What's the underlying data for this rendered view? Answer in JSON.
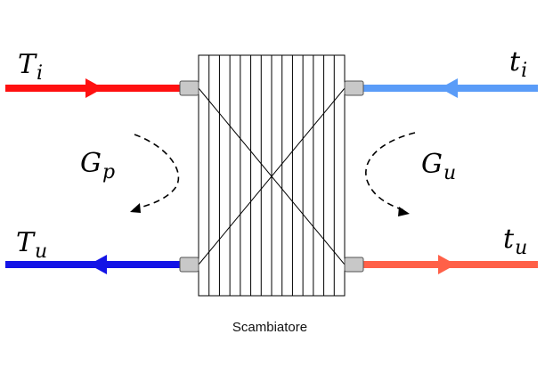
{
  "labels": {
    "hot_in_main": "T",
    "hot_in_sub": "i",
    "hot_out_main": "T",
    "hot_out_sub": "u",
    "cold_in_main": "t",
    "cold_in_sub": "i",
    "cold_out_main": "t",
    "cold_out_sub": "u",
    "flow_primary_main": "G",
    "flow_primary_sub": "p",
    "flow_user_main": "G",
    "flow_user_sub": "u",
    "caption": "Scambiatore"
  },
  "colors": {
    "hot_in": "#ff1010",
    "hot_out": "#1414e6",
    "cold_in": "#5a9cf8",
    "cold_out": "#ff6048",
    "outline": "#000000",
    "fitting": "#c8c8c8"
  }
}
